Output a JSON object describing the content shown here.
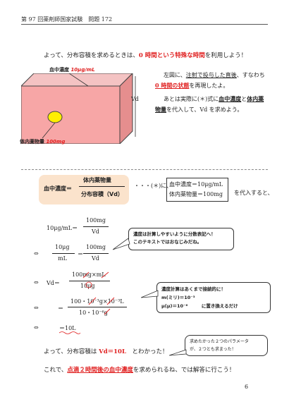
{
  "header": {
    "title": "第 97 回薬剤師国家試験　問題 172"
  },
  "intro": {
    "pre": "よって、分布容積を求めるときは、",
    "highlight": "0 時間という特殊な時間",
    "post": "を利用しよう！"
  },
  "diagram": {
    "conc_label_a": "血中濃度 ",
    "conc_label_b": "10μg/mL",
    "amount_label_a": "体内薬物量 ",
    "amount_label_b": "100mg",
    "vd_label": "Vd",
    "box_color": "#f7a6a6",
    "dot_color": "#ffee00"
  },
  "explain": {
    "l1a": "左図に、",
    "l1b": "注射で投与した直後",
    "l1c": "、すなわち",
    "l2a": "0 時間の状態",
    "l2b": "を再現したよ。",
    "l3a": "あとは実際に(＊)式に",
    "l3b": "血中濃度",
    "l3c": "と",
    "l3d": "体内薬",
    "l4a": "物量",
    "l4b": "を代入して、Vd を求めよう。"
  },
  "formula": {
    "lhs": "血中濃度＝",
    "num": "体内薬物量",
    "den": "分布容積（Vd）",
    "dots": "・・・(＊)に、",
    "val1": "血中濃度＝10μg/mL",
    "val2": "体内薬物量＝100mg",
    "subst": "を代入すると、"
  },
  "steps": {
    "s1_lhs": "10μg/mL＝",
    "s1_num": "100mg",
    "s1_den": "Vd",
    "arrow": "⇔",
    "s2_lnum": "10μg",
    "s2_lden": "mL",
    "s2_eq": "＝",
    "s2_rnum": "100mg",
    "s2_rden": "Vd",
    "s3_lhs": "Vd＝",
    "s3_num": "100mg×mL",
    "s3_den": "10μg",
    "s4_eq": "＝",
    "s4_num": "100・10⁻³g×10⁻³L",
    "s4_den": "10・10⁻⁶g",
    "s5": "＝10L"
  },
  "callouts": {
    "c1_l1": "濃度は計算しやすいように分数表記へ！",
    "c1_l2": "このテキストではおなじみだね。",
    "c2_l1": "濃度計算はあくまで接続的に！",
    "c2_l2": "m(ミリ)＝10⁻³",
    "c2_l3": "μ(μ)＝10⁻⁶",
    "c2_l4": "に置き換えるだけ",
    "c3_l1": "求めたかった２つのパラメータ",
    "c3_l2": "が、２つとも求まった！"
  },
  "conclusion": {
    "pre": "よって、分布容積は ",
    "value": "Vd＝10L",
    "post": "　とわかった！"
  },
  "final": {
    "pre": "これで、",
    "highlight": "点滴２時間後の血中濃度",
    "post": "を求められるね、では解答に行こう！"
  },
  "page": {
    "number": "6"
  }
}
